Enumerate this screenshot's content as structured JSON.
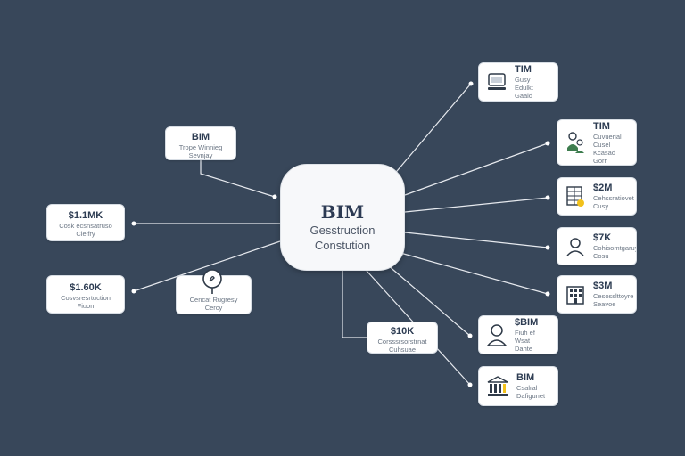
{
  "hub": {
    "title": "BIM",
    "line1": "Gesstruction",
    "line2": "Constution"
  },
  "left_nodes": [
    {
      "title": "BIM",
      "lines": [
        "Trope Winnieg",
        "Sevnjay"
      ]
    },
    {
      "title": "$1.1MK",
      "lines": [
        "Cosk ecsnsatruso",
        "Cielfry"
      ]
    },
    {
      "title": "$1.60K",
      "lines": [
        "Cosvsresrtuction",
        "Fiuon"
      ]
    }
  ],
  "inner_node": {
    "lines": [
      "Cencat Rugresy",
      "Cercy"
    ],
    "icon": "magnifier-icon"
  },
  "bottom_node": {
    "title": "$10K",
    "lines": [
      "Corsssrsorstrnat",
      "Cuhsuae"
    ]
  },
  "right_nodes": [
    {
      "title": "TIM",
      "lines": [
        "Gusy Edulkt",
        "Gaaid"
      ],
      "icon": "computer-icon"
    },
    {
      "title": "TIM",
      "lines": [
        "Cuvuerial",
        "Cusel Kcasad",
        "Gorr"
      ],
      "icon": "workers-icon"
    },
    {
      "title": "$2M",
      "lines": [
        "Cehssratiovet",
        "Cusy"
      ],
      "icon": "solar-panel-icon"
    },
    {
      "title": "$7K",
      "lines": [
        "Cohisomtgaruy",
        "Cosu"
      ],
      "icon": "person-icon"
    },
    {
      "title": "$3M",
      "lines": [
        "Cesosslttoyre",
        "Seavoe"
      ],
      "icon": "building-icon"
    },
    {
      "title": "$BIM",
      "lines": [
        "Fiuh ef Wsat",
        "Dahte"
      ],
      "icon": "avatar-icon"
    },
    {
      "title": "BIM",
      "lines": [
        "Csalral",
        "Dafigunet"
      ],
      "icon": "bank-icon"
    }
  ]
}
